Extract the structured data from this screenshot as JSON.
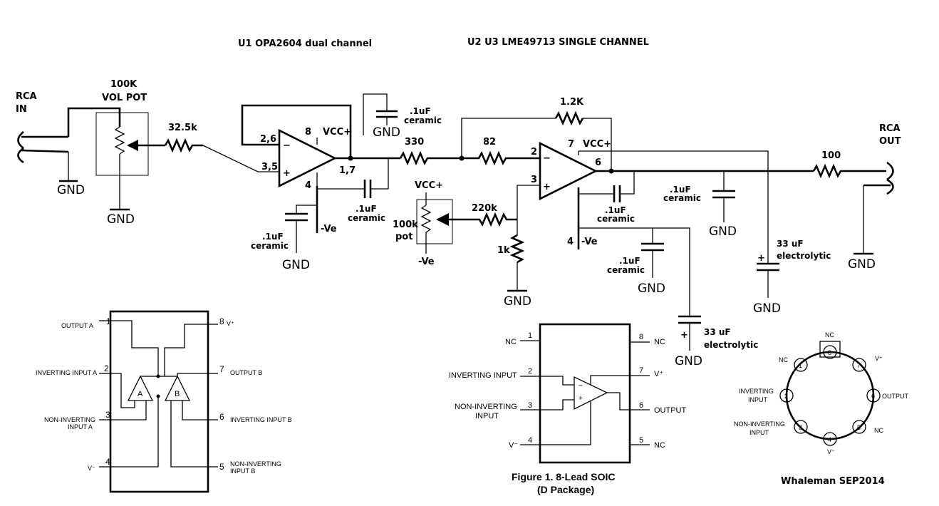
{
  "header": {
    "u1": "U1 OPA2604  dual channel",
    "u2u3": "U2 U3 LME49713 SINGLE CHANNEL"
  },
  "labels": {
    "rca_in_1": "RCA",
    "rca_in_2": "IN",
    "pot_1": "100K",
    "pot_2": "VOL POT",
    "r_32k5": "32.5k",
    "gnd": "GND",
    "p26": "2,6",
    "p35": "3,5",
    "p8": "8",
    "p4": "4",
    "p17": "1,7",
    "vccp": "VCC+",
    "vneg": "-Ve",
    "cap1uF": ".1uF",
    "ceramic": "ceramic",
    "r_330": "330",
    "r_82": "82",
    "r_1k2": "1.2K",
    "r_220k": "220k",
    "r_1k": "1k",
    "pot100k_1": "100k",
    "pot100k_2": "pot",
    "u2_p2": "2",
    "u2_p3": "3",
    "u2_p7": "7",
    "u2_p6": "6",
    "u2_p4": "4",
    "c33_1": "33 uF",
    "c33_2": "electrolytic",
    "r_100": "100",
    "rca_out_1": "RCA",
    "rca_out_2": "OUT",
    "plus": "+",
    "minus": "−"
  },
  "dual_pinout": {
    "pins": [
      "1",
      "2",
      "3",
      "4",
      "5",
      "6",
      "7",
      "8"
    ],
    "output_a": "OUTPUT A",
    "inv_a": "INVERTING INPUT A",
    "noninv_a_1": "NON-INVERTING",
    "noninv_a_2": "INPUT A",
    "v_minus": "V⁻",
    "v_plus": "V⁺",
    "output_b": "OUTPUT B",
    "inv_b": "INVERTING INPUT B",
    "noninv_b_1": "NON-INVERTING",
    "noninv_b_2": "INPUT B",
    "amp_a": "A",
    "amp_b": "B"
  },
  "soic": {
    "pins": [
      "1",
      "2",
      "3",
      "4",
      "5",
      "6",
      "7",
      "8"
    ],
    "nc": "NC",
    "inv": "INVERTING INPUT",
    "noninv_1": "NON-INVERTING",
    "noninv_2": "INPUT",
    "v_minus": "V⁻",
    "v_plus": "V⁺",
    "output": "OUTPUT",
    "caption_1": "Figure 1.  8-Lead SOIC",
    "caption_2": "(D Package)"
  },
  "can": {
    "pins": [
      "1",
      "2",
      "3",
      "4",
      "5",
      "6",
      "7",
      "8"
    ],
    "nc": "NC",
    "inv_1": "INVERTING",
    "inv_2": "INPUT",
    "noninv_1": "NON-INVERTING",
    "noninv_2": "INPUT",
    "output": "OUTPUT",
    "v_minus": "V⁻",
    "v_plus": "V⁺"
  },
  "credit": "Whaleman SEP2014"
}
